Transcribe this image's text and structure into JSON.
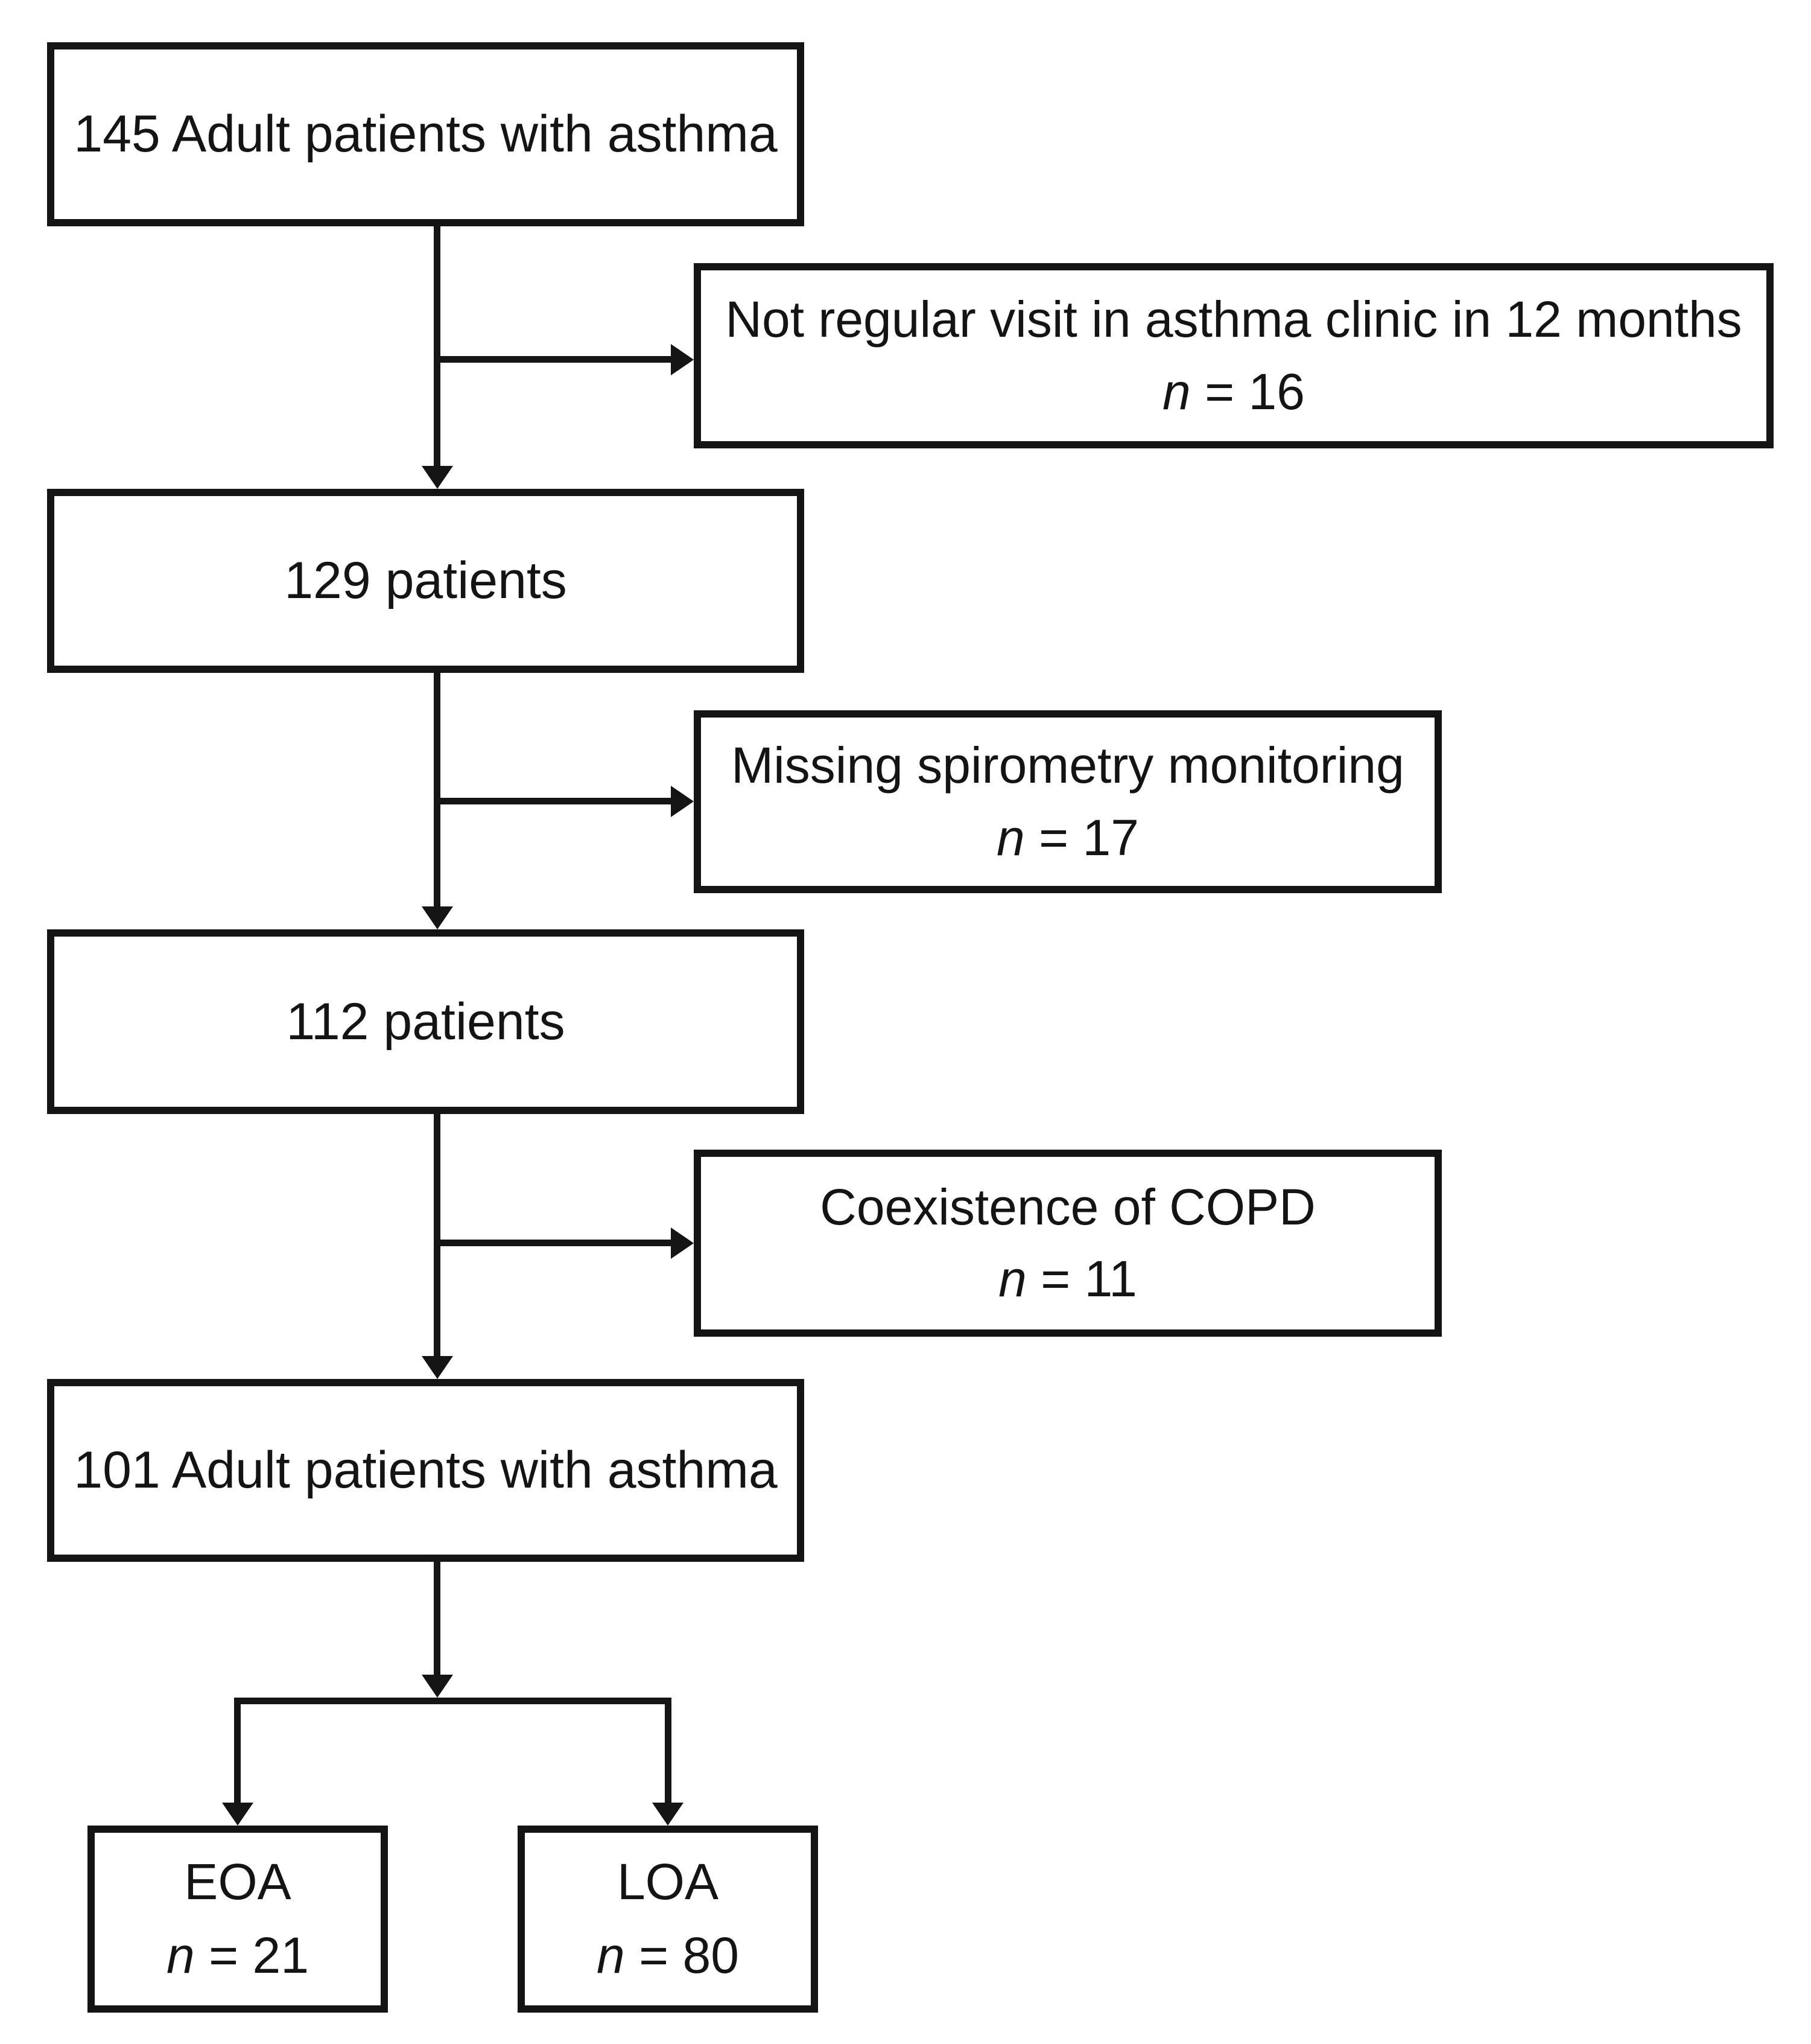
{
  "diagram": {
    "start": {
      "label": "145 Adult patients with asthma"
    },
    "exclusion1": {
      "reason": "Not regular visit in asthma clinic in 12 months",
      "n_symbol": "n",
      "n_value": " = 16"
    },
    "step2": {
      "label": "129 patients"
    },
    "exclusion2": {
      "reason": "Missing spirometry monitoring",
      "n_symbol": "n",
      "n_value": " = 17"
    },
    "step3": {
      "label": "112 patients"
    },
    "exclusion3": {
      "reason": "Coexistence of COPD",
      "n_symbol": "n",
      "n_value": " = 11"
    },
    "final": {
      "label": "101 Adult patients with asthma"
    },
    "group_eoa": {
      "label": "EOA",
      "n_symbol": "n",
      "n_value": " = 21"
    },
    "group_loa": {
      "label": "LOA",
      "n_symbol": "n",
      "n_value": " = 80"
    }
  },
  "colors": {
    "line": "#141414",
    "text": "#141414",
    "background": "#ffffff"
  }
}
